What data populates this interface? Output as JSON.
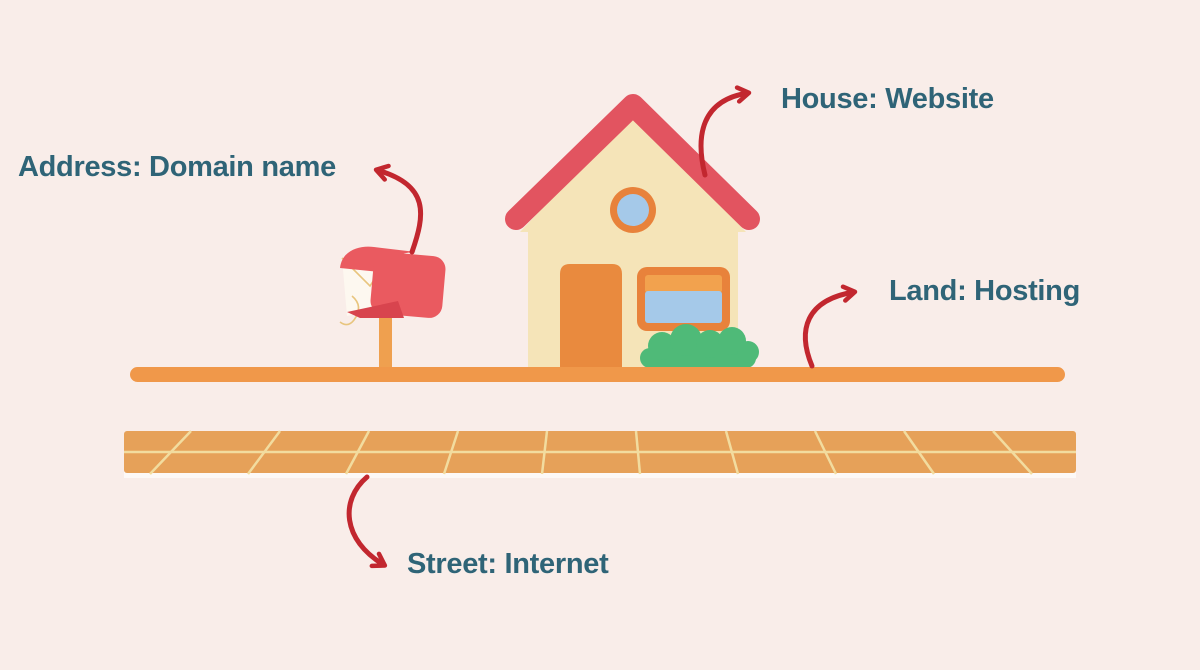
{
  "diagram": {
    "description": "Website hosting explained with a house analogy",
    "labels": {
      "house": "House: Website",
      "address": "Address: Domain name",
      "land": "Land: Hosting",
      "street": "Street: Internet"
    },
    "mappings": [
      {
        "element": "house",
        "concept": "Website"
      },
      {
        "element": "address (mailbox)",
        "concept": "Domain name"
      },
      {
        "element": "land",
        "concept": "Hosting"
      },
      {
        "element": "street",
        "concept": "Internet"
      }
    ]
  },
  "colors": {
    "background": "#F9EDE9",
    "label_text": "#2F6477",
    "arrow": "#C2272F",
    "roof": "#E25460",
    "wall": "#F5E4B8",
    "door": "#E98A3E",
    "window_frame": "#E8823B",
    "window_band": "#F2A24E",
    "glass": "#A5C9E9",
    "bush": "#4FBA78",
    "land": "#F0984A",
    "street": "#E6A159",
    "tile_line": "#F2DC9F",
    "street_shadow": "#FFFFFF",
    "mailbox": "#EA5A60",
    "mailbox_dark": "#D8444E",
    "post": "#EFA04F",
    "envelope": "#FDF8F0",
    "envelope_line": "#E8C57E"
  }
}
